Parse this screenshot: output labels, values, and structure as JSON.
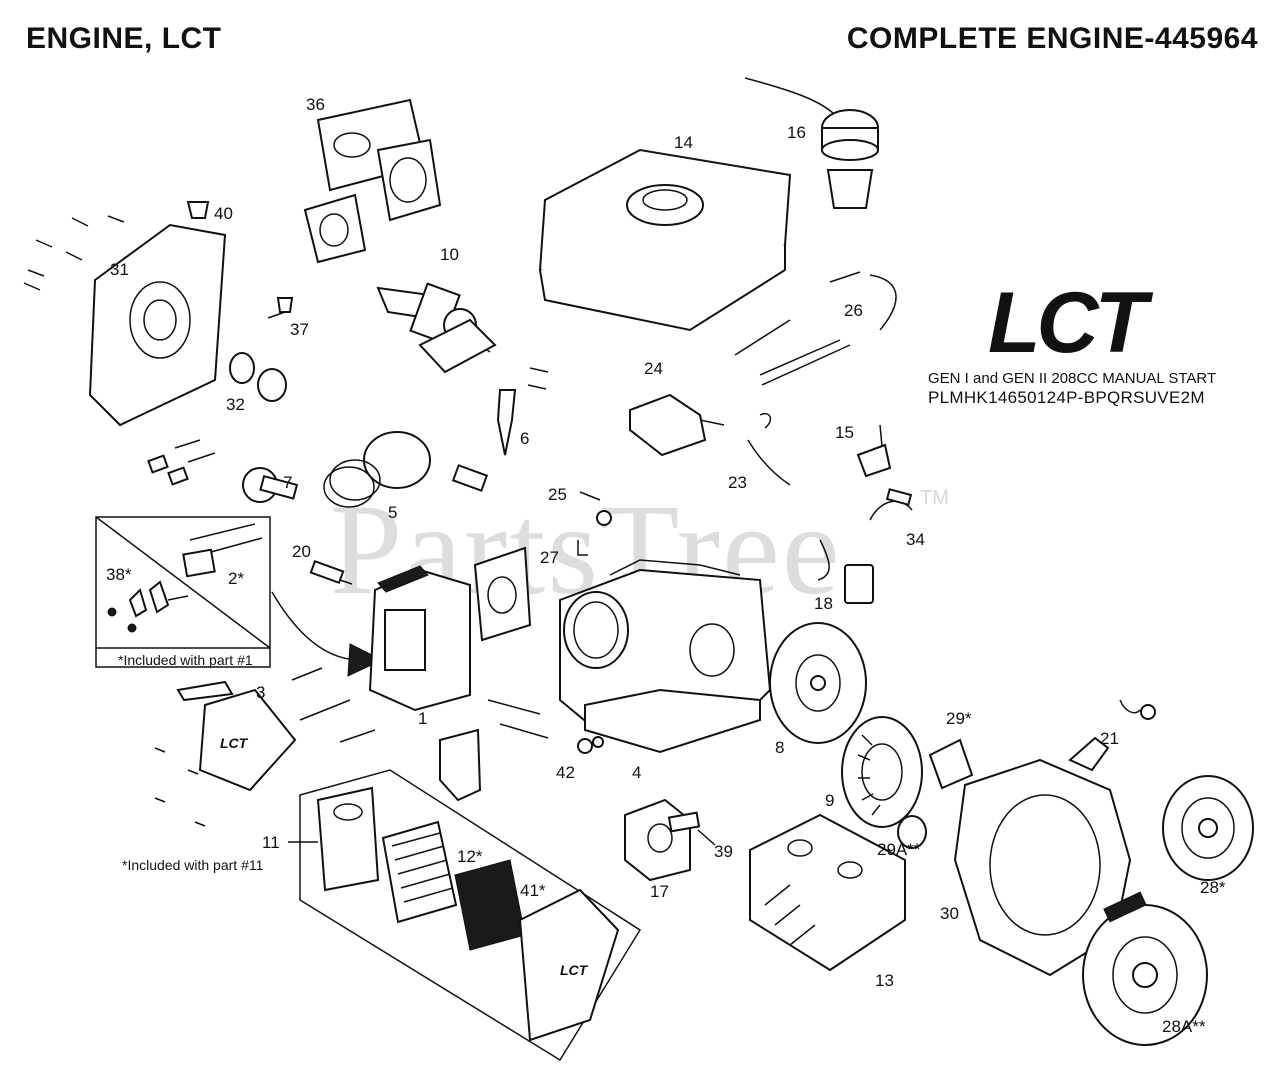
{
  "header": {
    "left_title": "ENGINE, LCT",
    "right_title": "COMPLETE ENGINE-445964"
  },
  "brand": {
    "logo_text": "LCT",
    "line1": "GEN I and GEN II 208CC MANUAL START",
    "line2": "PLMHK14650124P-BPQRSUVE2M"
  },
  "watermark": {
    "text": "PartsTree",
    "trademark": "TM"
  },
  "notes": {
    "kit_note": "*Included with part #1",
    "filter_note": "*Included with part #11"
  },
  "callouts": {
    "c1": "1",
    "c2": "2*",
    "c3": "3",
    "c4": "4",
    "c5": "5",
    "c6": "6",
    "c7": "7",
    "c8": "8",
    "c9": "9",
    "c10": "10",
    "c11": "11",
    "c12": "12*",
    "c13": "13",
    "c14": "14",
    "c15": "15",
    "c16": "16",
    "c17": "17",
    "c18": "18",
    "c20": "20",
    "c21": "21",
    "c23": "23",
    "c24": "24",
    "c25": "25",
    "c26": "26",
    "c27": "27",
    "c28": "28*",
    "c28a": "28A**",
    "c29": "29*",
    "c29a": "29A**",
    "c30": "30",
    "c31": "31",
    "c32": "32",
    "c34": "34",
    "c36": "36",
    "c37": "37",
    "c38": "38*",
    "c39": "39",
    "c40": "40",
    "c41": "41*",
    "c42": "42"
  },
  "part_marks": {
    "valve_cover_logo": "LCT",
    "air_cover_logo": "LCT"
  }
}
